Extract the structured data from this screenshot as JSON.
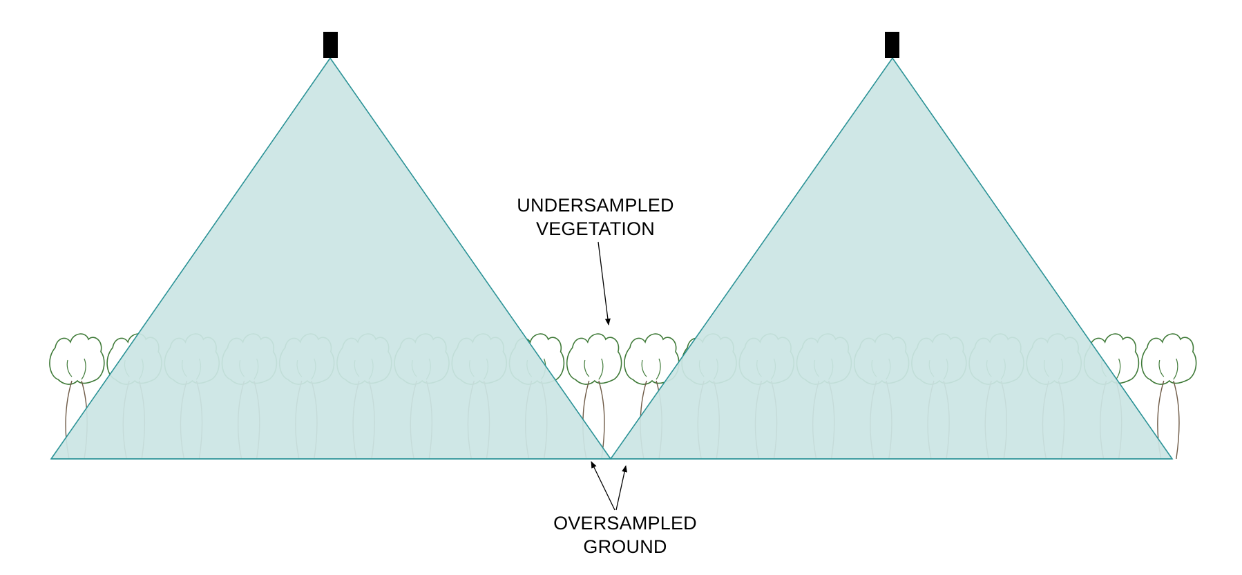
{
  "labels": {
    "undersampled": {
      "line1": "UNDERSAMPLED",
      "line2": "VEGETATION"
    },
    "oversampled": {
      "line1": "OVERSAMPLED",
      "line2": "GROUND"
    }
  },
  "colors": {
    "swath_fill": "#cbe5e4",
    "swath_stroke": "#2a9296",
    "canopy_stroke": "#3f7a38",
    "trunk_stroke": "#6e5a46",
    "sensor": "#000000",
    "arrow": "#000000"
  },
  "elements": {
    "sensors": 2,
    "swaths": 2,
    "trees": 20
  }
}
